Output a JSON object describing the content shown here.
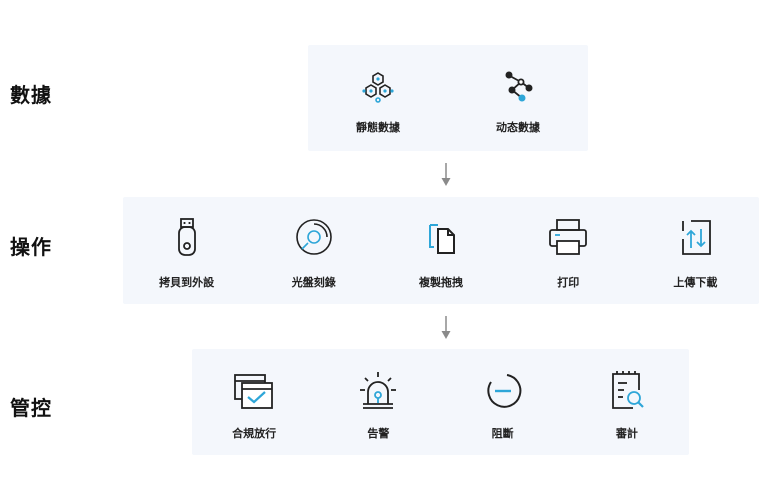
{
  "rows": [
    {
      "label": "數據",
      "items": [
        {
          "label": "靜態數據",
          "icon": "hexagon-cluster-icon"
        },
        {
          "label": "动态數據",
          "icon": "node-graph-icon"
        }
      ]
    },
    {
      "label": "操作",
      "items": [
        {
          "label": "拷貝到外設",
          "icon": "usb-drive-icon"
        },
        {
          "label": "光盤刻錄",
          "icon": "optical-disc-icon"
        },
        {
          "label": "複製拖拽",
          "icon": "copy-files-icon"
        },
        {
          "label": "打印",
          "icon": "printer-icon"
        },
        {
          "label": "上傳下載",
          "icon": "upload-download-icon"
        }
      ]
    },
    {
      "label": "管控",
      "items": [
        {
          "label": "合規放行",
          "icon": "approved-window-icon"
        },
        {
          "label": "告警",
          "icon": "alarm-beacon-icon"
        },
        {
          "label": "阻斷",
          "icon": "block-circle-icon"
        },
        {
          "label": "審計",
          "icon": "audit-document-icon"
        }
      ]
    }
  ],
  "colors": {
    "accent": "#2ea6d8",
    "stroke": "#222222",
    "panel": "#f4f7fc",
    "arrow": "#8a8a8a"
  }
}
